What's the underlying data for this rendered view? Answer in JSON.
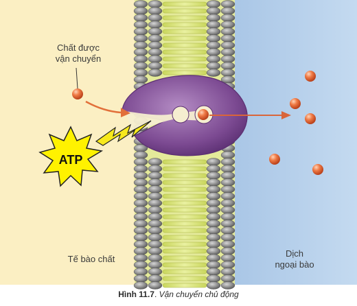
{
  "labels": {
    "substrate_line1": "Chất được",
    "substrate_line2": "vận chuyển",
    "atp": "ATP",
    "cytoplasm": "Tế bào chất",
    "extracellular_line1": "Dịch",
    "extracellular_line2": "ngoại bào"
  },
  "caption": {
    "figure": "Hình 11.7",
    "text": "Vận chuyển chủ động"
  },
  "colors": {
    "cytoplasm_bg": "#fbefc3",
    "extracellular_bg": "#bcd5ee",
    "bilayer_core": "#d8e27a",
    "lipid_head": "#8d8d8d",
    "pump_protein": "#8a5a9e",
    "particle": "#e0663a",
    "arrow": "#e2703a",
    "atp_star": "#fff200"
  }
}
